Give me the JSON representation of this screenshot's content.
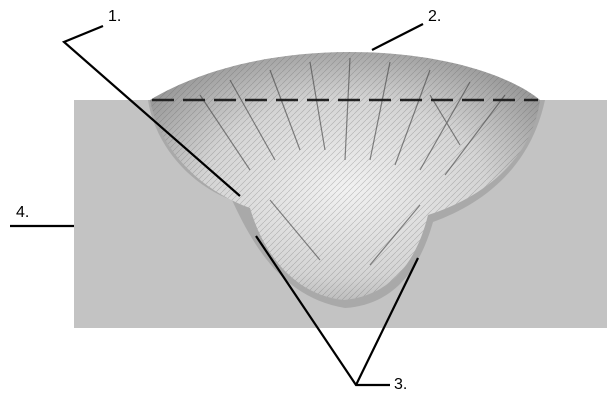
{
  "diagram": {
    "labels": {
      "label_1": "1.",
      "label_2": "2.",
      "label_3": "3.",
      "label_4": "4."
    },
    "colors": {
      "base_metal": "#c3c3c3",
      "haz": "#a9a9a9",
      "weld_light": "#e6e6e6",
      "weld_dark": "#4f4f4f",
      "leader": "#000000",
      "plate_edge": "#b0b0b0"
    }
  }
}
